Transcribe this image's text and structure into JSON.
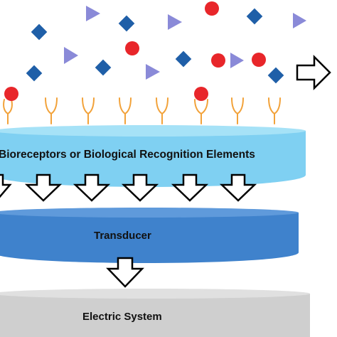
{
  "layers": {
    "bioreceptors": {
      "label": "Bioreceptors or Biological Recognition Elements",
      "color": "#7fd0f2"
    },
    "transducer": {
      "label": "Transducer",
      "color": "#3f82cc"
    },
    "electric_system": {
      "label": "Electric System",
      "color": "#cfcfcf"
    }
  },
  "colors": {
    "diamond": "#1f5fa8",
    "triangle": "#8a8ad8",
    "circle": "#e8262a",
    "receptor": "#f2a23a"
  },
  "icons": [
    "blue-diamond-analyte-icon",
    "purple-triangle-analyte-icon",
    "red-circle-analyte-icon",
    "y-shaped-receptor-icon",
    "hollow-arrow-down-icon",
    "hollow-arrow-right-icon"
  ]
}
